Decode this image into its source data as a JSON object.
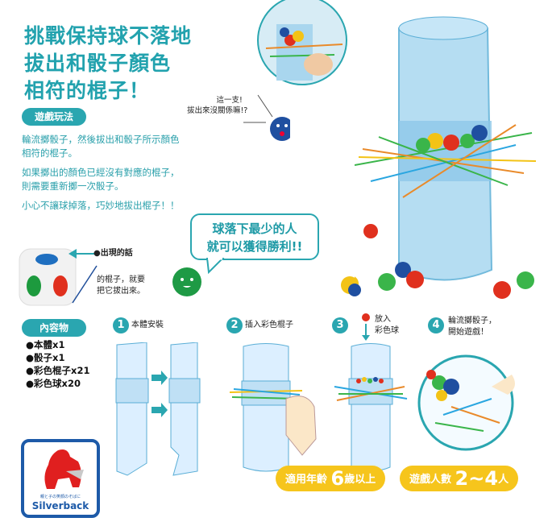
{
  "title": {
    "lines": [
      "挑戰保持球不落地",
      "拔出和骰子顏色",
      "相符的棍子！"
    ]
  },
  "how_to_play": {
    "label": "遊戲玩法",
    "paragraphs": [
      "輪流擲骰子，然後拔出和骰子所示顏色相符的棍子。",
      "如果擲出的顏色已經沒有對應的棍子，則需要重新擲一次骰子。",
      "小心不讓球掉落，巧妙地拔出棍子！！"
    ]
  },
  "dice_note": {
    "line1": "●出現的話",
    "line2": "的棍子，就要",
    "line3": "把它拔出來。"
  },
  "callout": {
    "line1": "這一支!",
    "line2": "拔出來沒關係嘛!?"
  },
  "bubble": {
    "line1": "球落下最少的人",
    "line2": "就可以獲得勝利!!"
  },
  "contents": {
    "label": "內容物",
    "items": [
      "●本體x1",
      "●骰子x1",
      "●彩色棍子x21",
      "●彩色球x20"
    ]
  },
  "steps": [
    {
      "num": "1",
      "label": "本體安裝"
    },
    {
      "num": "2",
      "label": "插入彩色棍子"
    },
    {
      "num": "3",
      "label_line1": "放入",
      "label_line2": "彩色球"
    },
    {
      "num": "4",
      "label_line1": "輪流擲骰子，",
      "label_line2": "開始遊戲！"
    }
  ],
  "age": {
    "prefix": "適用年齡",
    "value": "6",
    "suffix": "歲以上"
  },
  "players": {
    "prefix": "遊戲人數",
    "value": "2~4",
    "suffix": "人"
  },
  "logo": {
    "tagline": "親と子の笑顔のそばに",
    "brand": "Silverback"
  },
  "colors": {
    "teal": "#2aa6b0",
    "yellow": "#f6c51c",
    "logo_blue": "#1d5aa8",
    "logo_red": "#e01f1f"
  }
}
